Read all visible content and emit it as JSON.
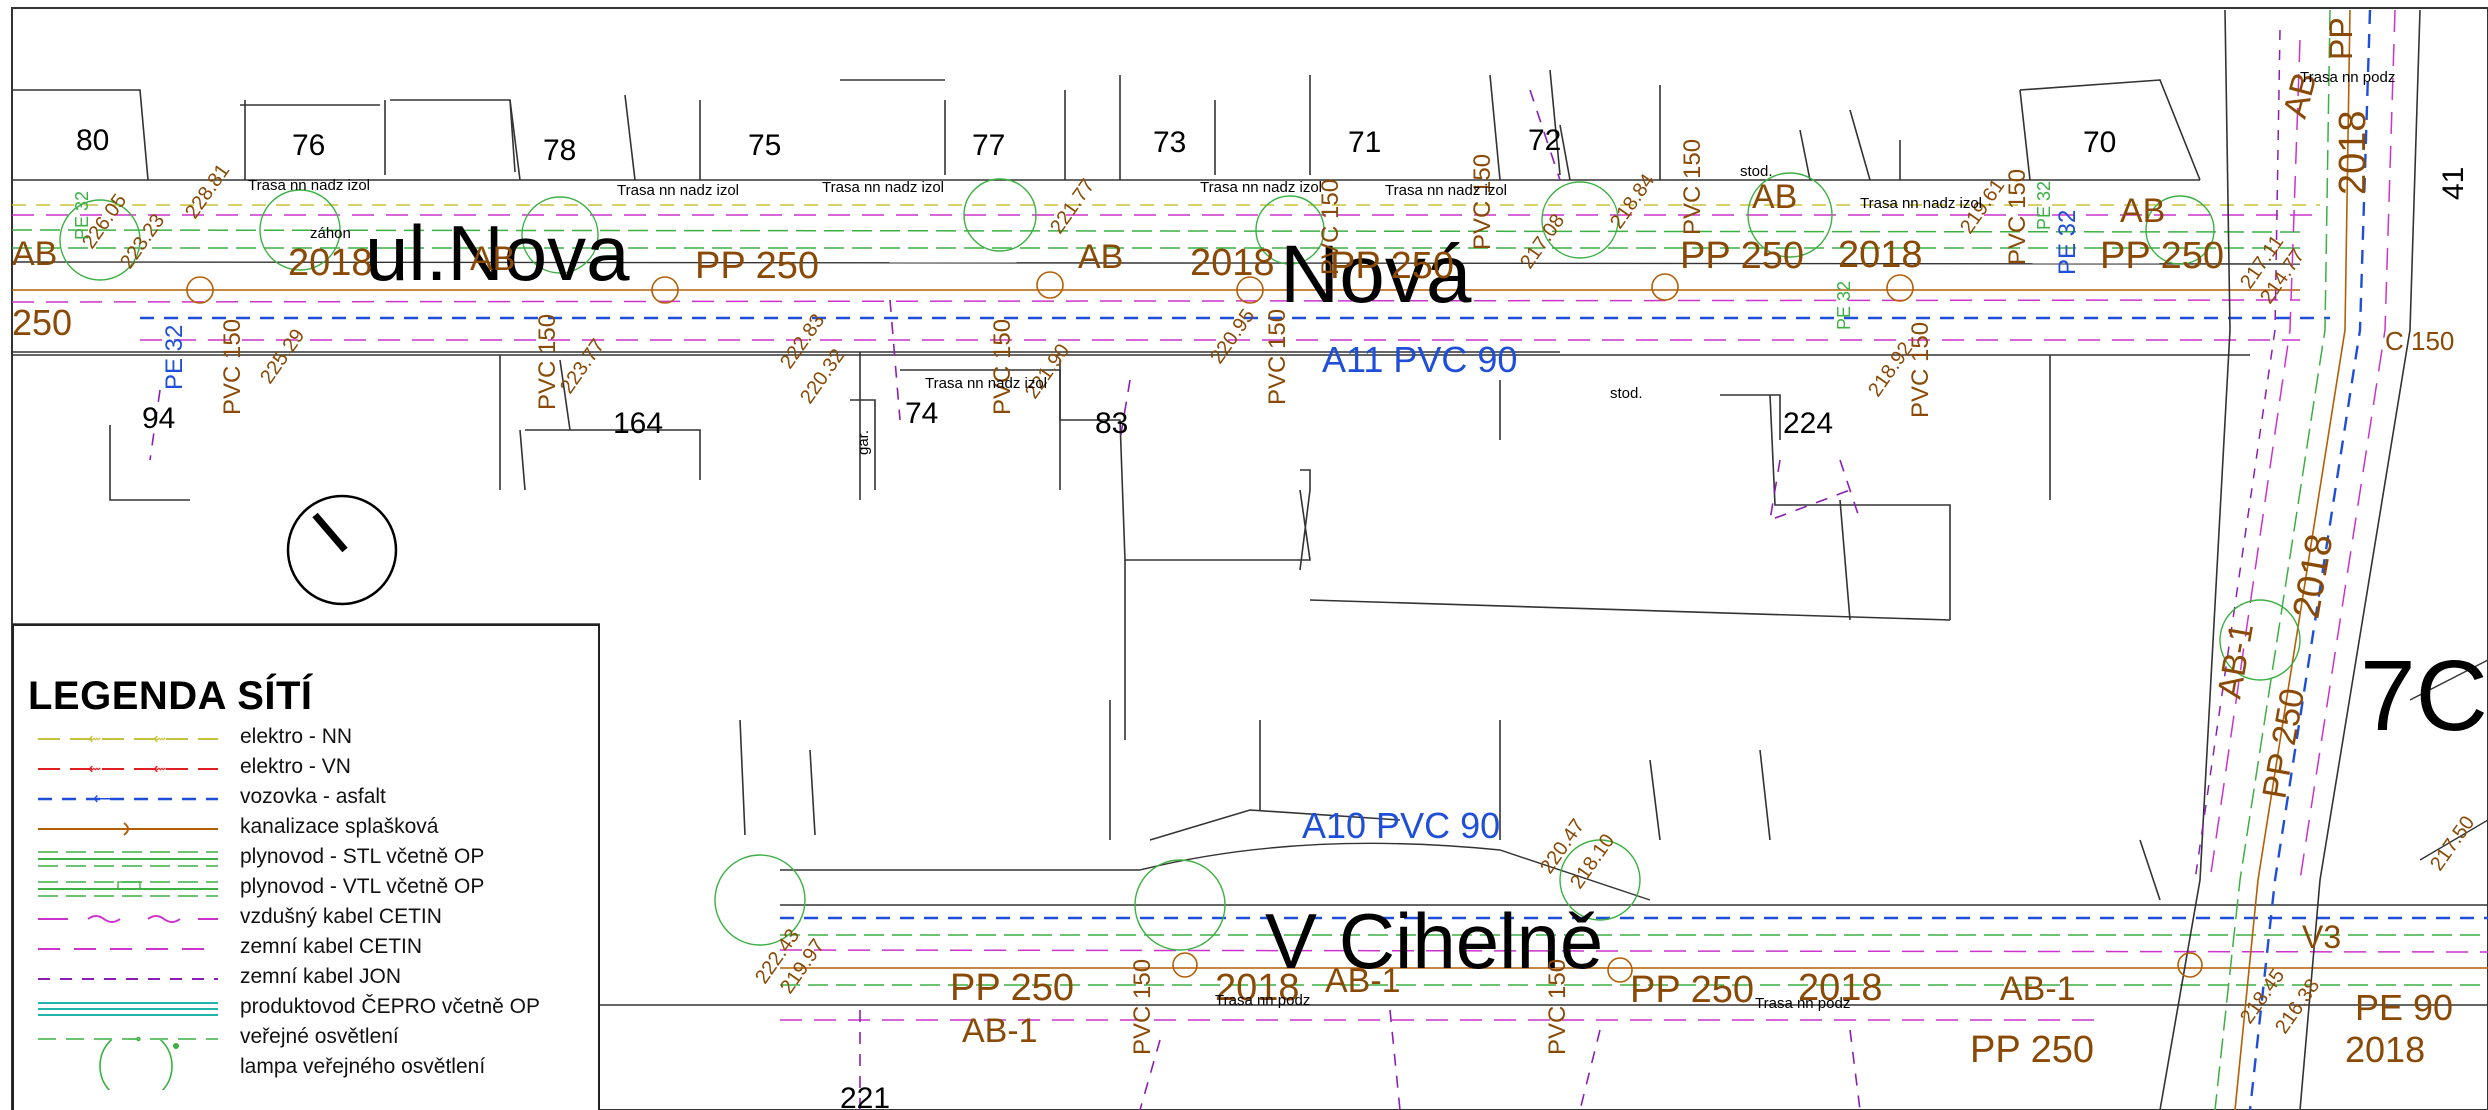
{
  "map": {
    "colors": {
      "buildings": "#333333",
      "elektro_nn": "#c8c23a",
      "elektro_vn": "#e02020",
      "vozovka": "#1f4fd8",
      "kanalizace": "#b45f06",
      "plynovod": "#3cb043",
      "cetin": "#cc33cc",
      "jon": "#8b1fb5",
      "cepro": "#1fb5a8",
      "osvetleni": "#3cb043",
      "labels_brown": "#8a4a06",
      "labels_blue": "#1f4fd8"
    },
    "street_labels": {
      "ul_nova": "ul.Nova",
      "nova": "Nová",
      "v_cihelne": "V Cihelně",
      "region": "7C"
    },
    "house_numbers": [
      "80",
      "76",
      "78",
      "75",
      "77",
      "73",
      "71",
      "72",
      "70",
      "41",
      "94",
      "164",
      "74",
      "83",
      "224",
      "221"
    ],
    "pipe_labels": {
      "a11": "A11 PVC 90",
      "a10": "A10 PVC 90",
      "pp250": "PP 250",
      "ab": "AB",
      "ab1": "AB-1",
      "year": "2018",
      "pvc150": "PVC 150",
      "pe32": "PE 32",
      "pe90": "PE 90",
      "v3": "V3",
      "pp": "PP",
      "pvc_150_short": "C 150",
      "pp250_short": "250"
    },
    "small_text": {
      "stod": "stod.",
      "gar": "gar.",
      "zahon": "záhon",
      "trasa_nn": "Trasa nn nadz izol",
      "trasa_pod": "Trasa nn podz"
    },
    "elevations": [
      "226.05",
      "228.81",
      "223.23",
      "222.83",
      "220.32",
      "221.90",
      "221.77",
      "220.95",
      "217.08",
      "218.84",
      "219.61",
      "217.11",
      "214.77",
      "218.92",
      "225.29",
      "223.77",
      "220.47",
      "218.10",
      "222.43",
      "219.97",
      "218.45",
      "216.38",
      "217.50"
    ]
  },
  "legend": {
    "title": "LEGENDA SÍTÍ",
    "items": [
      {
        "label": "elektro - NN",
        "symbol": "elektro_nn"
      },
      {
        "label": "elektro - VN",
        "symbol": "elektro_vn"
      },
      {
        "label": "vozovka - asfalt",
        "symbol": "vozovka"
      },
      {
        "label": "kanalizace splašková",
        "symbol": "kanalizace"
      },
      {
        "label": "plynovod - STL včetně OP",
        "symbol": "plyn_stl"
      },
      {
        "label": "plynovod - VTL včetně OP",
        "symbol": "plyn_vtl"
      },
      {
        "label": "vzdušný kabel CETIN",
        "symbol": "cetin_air"
      },
      {
        "label": "zemní kabel CETIN",
        "symbol": "cetin_ground"
      },
      {
        "label": "zemní kabel JON",
        "symbol": "jon"
      },
      {
        "label": "produktovod ČEPRO včetně OP",
        "symbol": "cepro"
      },
      {
        "label": "veřejné osvětlení",
        "symbol": "osvetleni"
      },
      {
        "label": "lampa veřejného osvětlení",
        "symbol": "lampa"
      }
    ]
  }
}
